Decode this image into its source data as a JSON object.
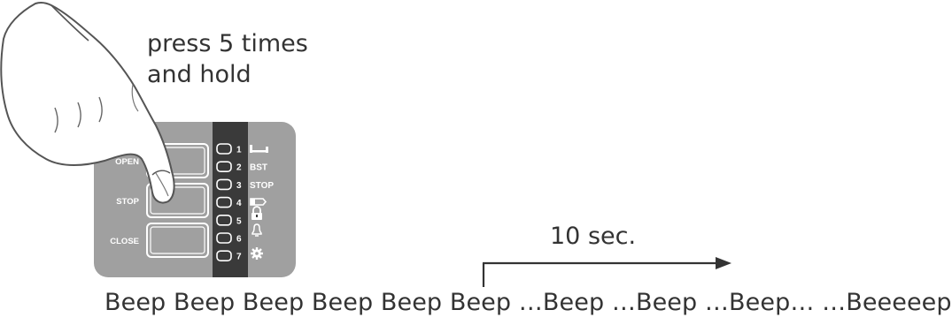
{
  "instruction": {
    "line1": "press 5 times",
    "line2": "and hold"
  },
  "control_panel": {
    "buttons": [
      "OPEN",
      "STOP",
      "CLOSE"
    ],
    "leds": [
      {
        "number": "1",
        "label": "",
        "icon": "barrier-arm-icon"
      },
      {
        "number": "2",
        "label": "BST",
        "icon": ""
      },
      {
        "number": "3",
        "label": "STOP",
        "icon": ""
      },
      {
        "number": "4",
        "label": "",
        "icon": "battery-icon"
      },
      {
        "number": "5",
        "label": "",
        "icon": "lock-icon"
      },
      {
        "number": "6",
        "label": "",
        "icon": "bell-icon"
      },
      {
        "number": "7",
        "label": "",
        "icon": "gear-icon"
      }
    ],
    "colors": {
      "panel": "#a0a0a0",
      "led_strip": "#3a3a3a",
      "button_outline": "#ffffff"
    }
  },
  "timer": {
    "label": "10 sec."
  },
  "beep_sequence": "Beep Beep Beep Beep Beep Beep …Beep …Beep …Beep… …Beeeeep"
}
